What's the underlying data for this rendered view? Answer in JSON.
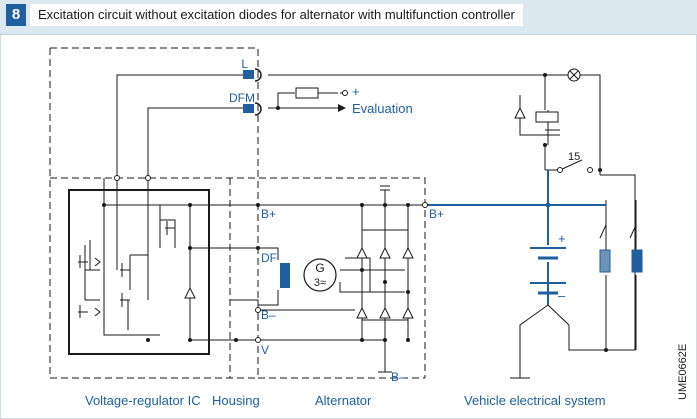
{
  "figure": {
    "number": "8",
    "title": "Excitation circuit without excitation diodes for alternator with multifunction controller",
    "code": "UME0662E"
  },
  "terminals": {
    "L": "L",
    "DFM": "DFM",
    "DF": "DF",
    "B_plus_left": "B+",
    "B_plus_right": "B+",
    "B_minus_housing": "B–",
    "B_minus_bottom": "B–",
    "V": "V",
    "switch_15": "15"
  },
  "evaluation": {
    "plus": "+",
    "label": "Evaluation"
  },
  "generator": {
    "letter": "G",
    "phase": "3≈"
  },
  "battery": {
    "plus": "+",
    "minus": "–"
  },
  "sections": {
    "regulator": "Voltage-regulator IC",
    "housing": "Housing",
    "alternator": "Alternator",
    "vehicle": "Vehicle electrical system"
  },
  "colors": {
    "accent": "#1f5fa0",
    "line": "#1a1a1a",
    "header": "#dce8f0"
  }
}
